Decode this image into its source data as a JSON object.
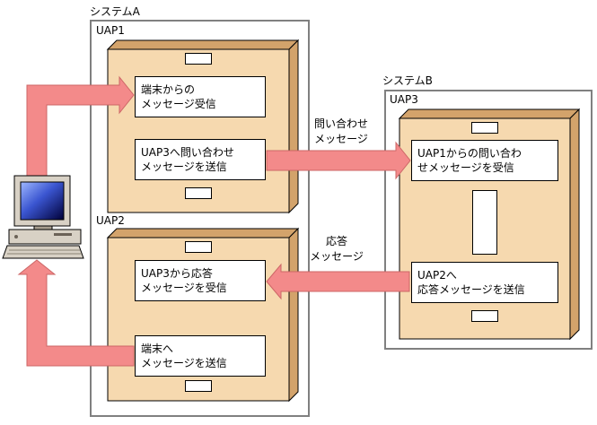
{
  "colors": {
    "box_face": "#F6D9AF",
    "box_side": "#D3A36B",
    "arrow_fill": "#F38A8A",
    "arrow_stroke": "#CC6666",
    "system_border": "#808080"
  },
  "system_a": {
    "label": "システムA",
    "uap1": {
      "label": "UAP1",
      "step1": "端末からの\nメッセージ受信",
      "step2": "UAP3へ問い合わせ\nメッセージを送信"
    },
    "uap2": {
      "label": "UAP2",
      "step1": "UAP3から応答\nメッセージを受信",
      "step2": "端末へ\nメッセージを送信"
    }
  },
  "system_b": {
    "label": "システムB",
    "uap3": {
      "label": "UAP3",
      "step1": "UAP1からの問い合わ\nせメッセージを受信",
      "step2": "UAP2へ\n応答メッセージを送信"
    }
  },
  "labels": {
    "inquiry": "問い合わせ\nメッセージ",
    "response": "応答\nメッセージ"
  }
}
